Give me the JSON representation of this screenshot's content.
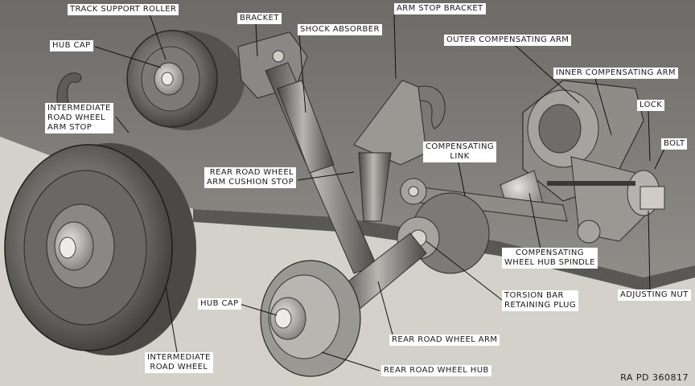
{
  "labels": {
    "track_support_roller": "TRACK SUPPORT ROLLER",
    "bracket": "BRACKET",
    "shock_absorber": "SHOCK ABSORBER",
    "arm_stop_bracket": "ARM STOP BRACKET",
    "hub_cap_top": "HUB CAP",
    "outer_compensating_arm": "OUTER COMPENSATING ARM",
    "inner_compensating_arm": "INNER COMPENSATING ARM",
    "intermediate_road_wheel_arm_stop": [
      "INTERMEDIATE",
      "ROAD WHEEL",
      "ARM STOP"
    ],
    "lock": "LOCK",
    "bolt": "BOLT",
    "compensating_link": [
      "COMPENSATING",
      "LINK"
    ],
    "rear_road_wheel_arm_cushion_stop": [
      "REAR ROAD WHEEL",
      "ARM CUSHION STOP"
    ],
    "compensating_wheel_hub_spindle": [
      "COMPENSATING",
      "WHEEL HUB SPINDLE"
    ],
    "hub_cap_bottom": "HUB CAP",
    "torsion_bar_retaining_plug": [
      "TORSION BAR",
      "RETAINING PLUG"
    ],
    "adjusting_nut": "ADJUSTING NUT",
    "rear_road_wheel_arm": "REAR ROAD WHEEL ARM",
    "intermediate_road_wheel": [
      "INTERMEDIATE",
      "ROAD WHEEL"
    ],
    "rear_road_wheel_hub": "REAR ROAD WHEEL HUB"
  },
  "figure_id": "RA PD 360817"
}
